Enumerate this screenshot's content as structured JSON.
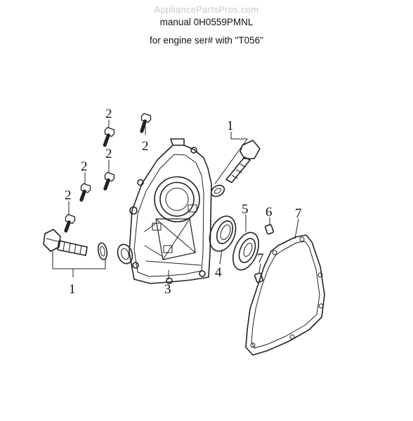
{
  "watermark": "AppliancePartsPros.com",
  "header": {
    "line1": "manual 0H0559PMNL",
    "line2": "for engine ser# with \"T056\""
  },
  "callouts": {
    "c1_left": "1",
    "c1_right": "1",
    "c2_a": "2",
    "c2_b": "2",
    "c2_c": "2",
    "c2_d": "2",
    "c2_e": "2",
    "c3": "3",
    "c4": "4",
    "c5": "5",
    "c6": "6",
    "c7_gasket": "7",
    "c7_pin": "7"
  }
}
